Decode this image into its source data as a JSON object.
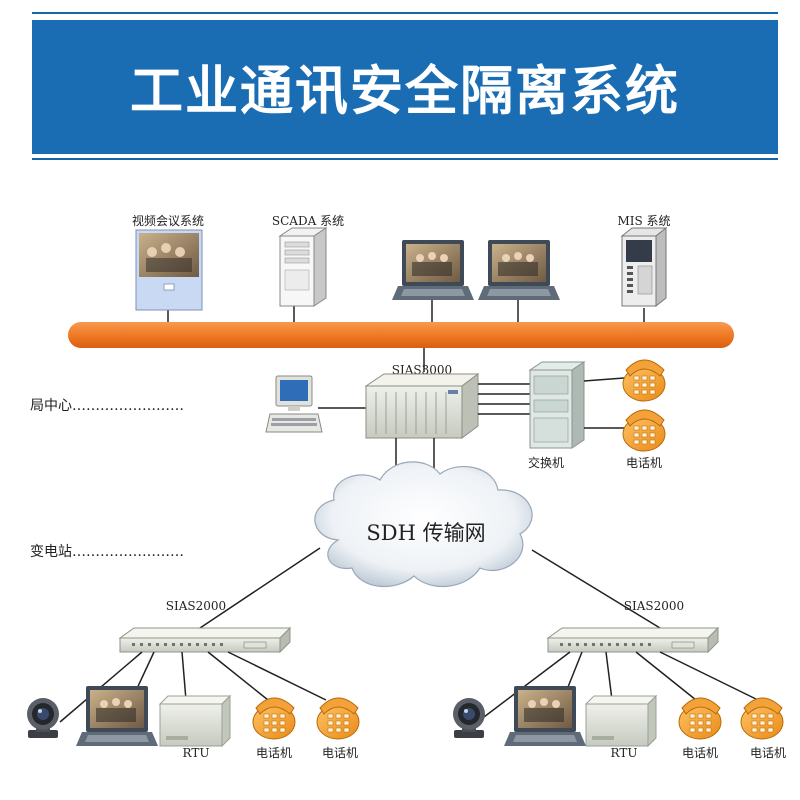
{
  "title": "工业通讯安全隔离系统",
  "top_systems": {
    "video_conf": "视频会议系统",
    "scada": "SCADA 系统",
    "mis": "MIS 系统"
  },
  "center": {
    "device": "SIAS3000",
    "switch": "交换机",
    "phone": "电话机",
    "bureau_label": "局中心……………………"
  },
  "network": {
    "cloud": "SDH 传输网",
    "substation_label": "变电站……………………"
  },
  "substations": [
    {
      "device": "SIAS2000",
      "rtu": "RTU",
      "phone_a": "电话机",
      "phone_b": "电话机"
    },
    {
      "device": "SIAS2000",
      "rtu": "RTU",
      "phone_a": "电话机",
      "phone_b": "电话机"
    }
  ],
  "colors": {
    "header": "#1b6db3",
    "bus": "#f07a24",
    "text": "#222222"
  }
}
